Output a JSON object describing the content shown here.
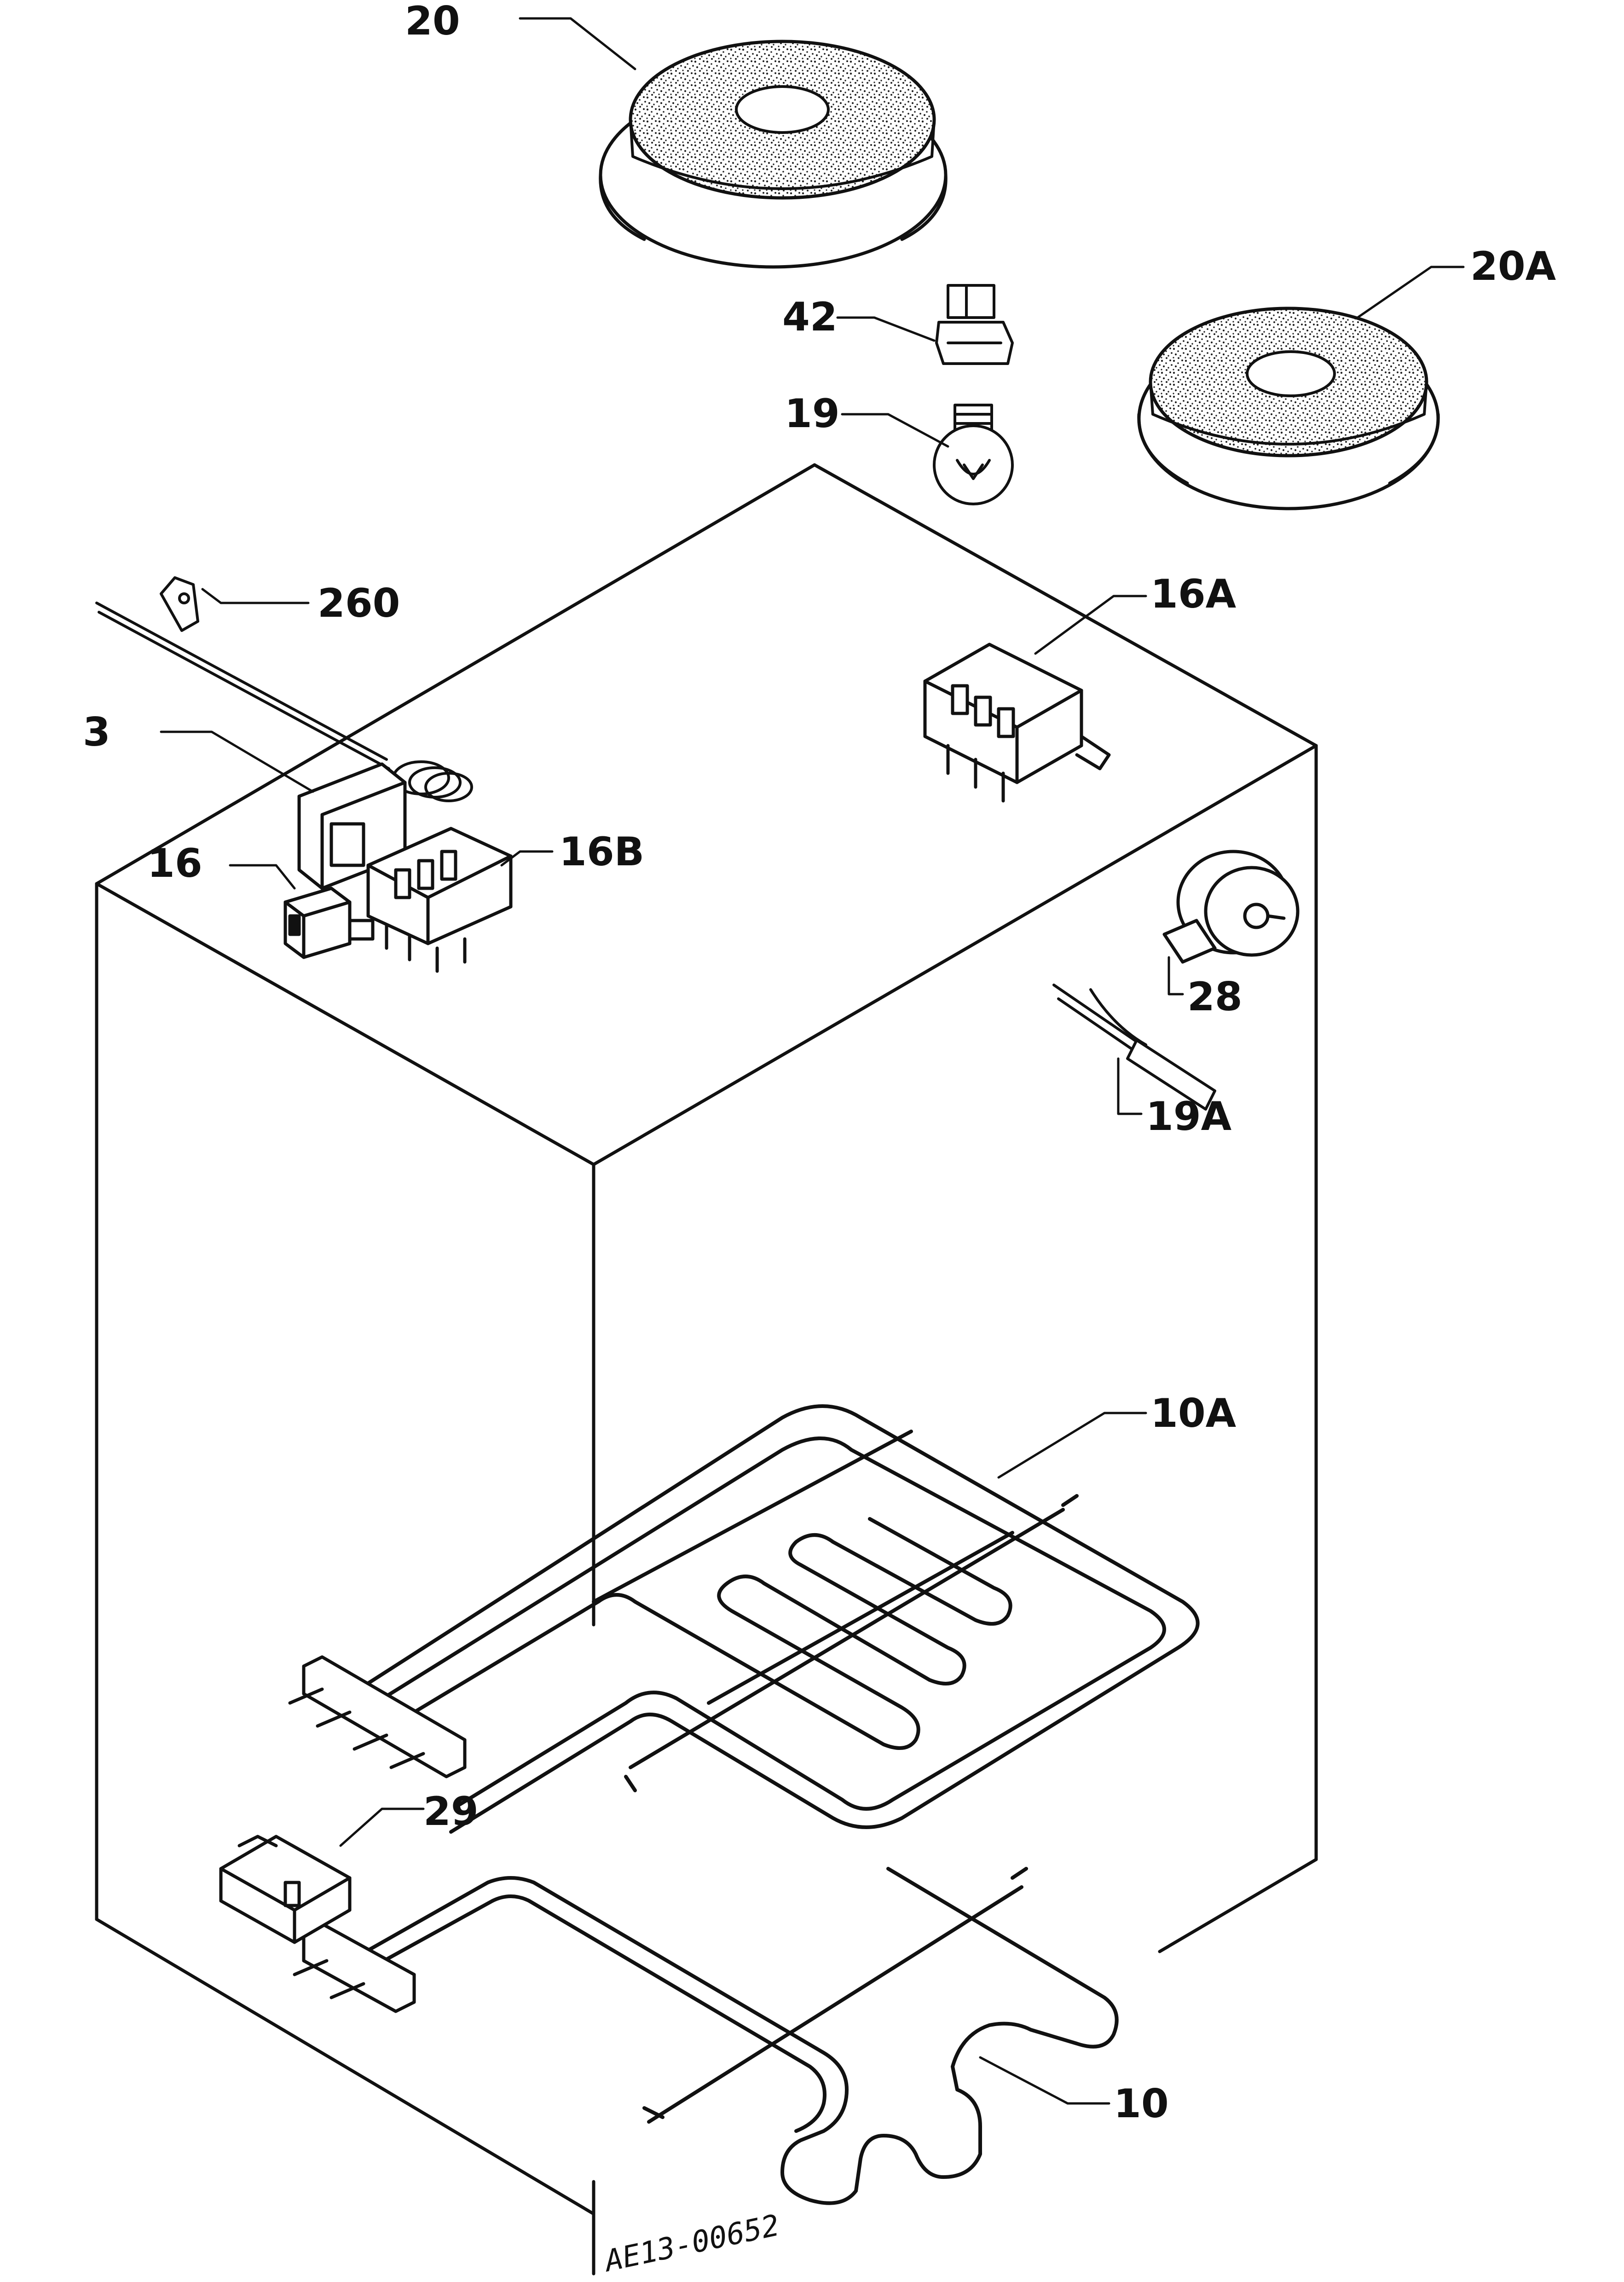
{
  "labels": {
    "p20": "20",
    "p20A": "20A",
    "p42": "42",
    "p19": "19",
    "p260": "260",
    "p16A": "16A",
    "p3": "3",
    "p16": "16",
    "p16B": "16B",
    "p28": "28",
    "p19A": "19A",
    "p10A": "10A",
    "p29": "29",
    "p10": "10"
  },
  "drawing_code": "AE13-00652"
}
